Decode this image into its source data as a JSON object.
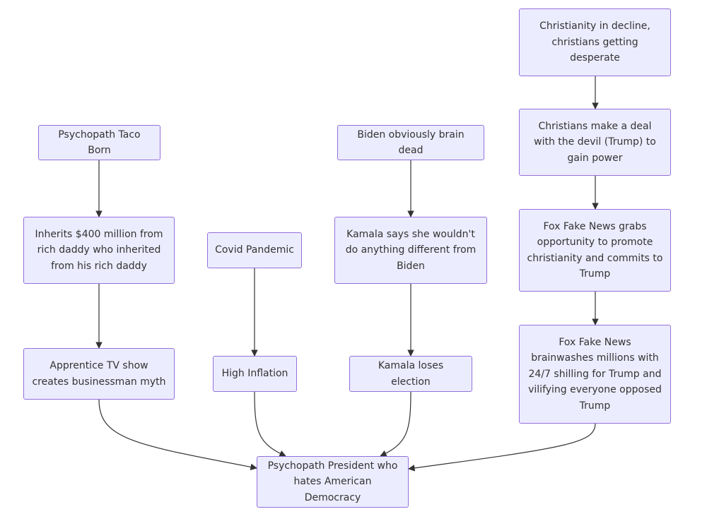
{
  "nodes": {
    "christianity_decline": "Christianity in decline, christians getting desperate",
    "christians_deal": "Christians make a deal with the devil (Trump) to gain power",
    "fox_grabs": "Fox Fake News grabs opportunity to promote christianity and commits to Trump",
    "fox_brainwashes": "Fox Fake News brainwashes millions with 24/7 shilling for Trump and vilifying everyone opposed Trump",
    "taco_born": "Psychopath Taco Born",
    "inherits": "Inherits $400 million from rich daddy who inherited from his rich daddy",
    "apprentice": "Apprentice TV show creates businessman myth",
    "covid": "Covid Pandemic",
    "inflation": "High Inflation",
    "biden": "Biden obviously brain dead",
    "kamala_says": "Kamala says she wouldn't do anything different from Biden",
    "kamala_loses": "Kamala loses election",
    "president": "Psychopath President who hates American Democracy"
  },
  "edges": [
    {
      "from": "christianity_decline",
      "to": "christians_deal"
    },
    {
      "from": "christians_deal",
      "to": "fox_grabs"
    },
    {
      "from": "fox_grabs",
      "to": "fox_brainwashes"
    },
    {
      "from": "taco_born",
      "to": "inherits"
    },
    {
      "from": "inherits",
      "to": "apprentice"
    },
    {
      "from": "covid",
      "to": "inflation"
    },
    {
      "from": "biden",
      "to": "kamala_says"
    },
    {
      "from": "kamala_says",
      "to": "kamala_loses"
    },
    {
      "from": "apprentice",
      "to": "president"
    },
    {
      "from": "inflation",
      "to": "president"
    },
    {
      "from": "kamala_loses",
      "to": "president"
    },
    {
      "from": "fox_brainwashes",
      "to": "president"
    }
  ],
  "colors": {
    "node_fill": "#ececff",
    "node_border": "#9370db",
    "edge": "#333333",
    "text": "#333333"
  }
}
